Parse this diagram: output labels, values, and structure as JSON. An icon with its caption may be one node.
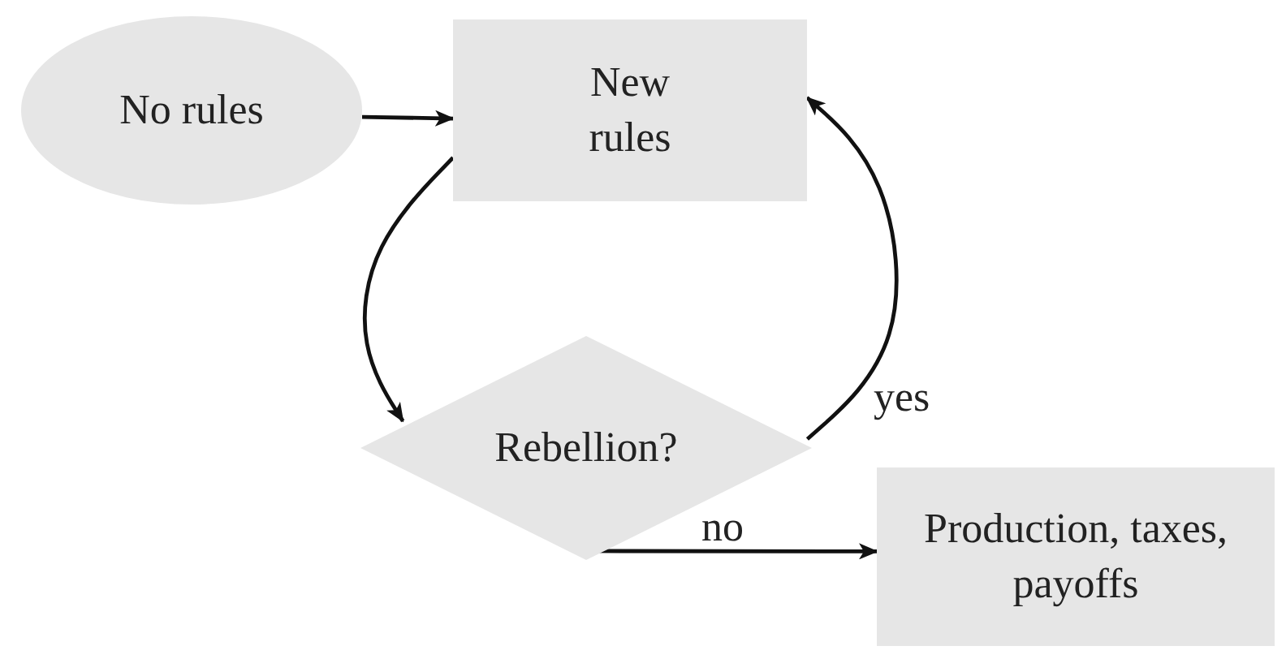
{
  "diagram": {
    "nodes": [
      {
        "text": [
          "No rules"
        ]
      },
      {
        "text": [
          "New rules"
        ]
      },
      {
        "text": [
          "Rebellion?"
        ]
      },
      {
        "text": [
          "Production, taxes, payoffs"
        ]
      }
    ],
    "edges": [
      {
        "from": 0,
        "to": 1,
        "arrow": "to"
      },
      {
        "from": 1,
        "to": 2,
        "arrow": "to"
      },
      {
        "from": 2,
        "to": 1,
        "arrow": "to",
        "label": "yes"
      },
      {
        "from": 2,
        "to": 3,
        "arrow": "to",
        "label": "no"
      }
    ]
  }
}
